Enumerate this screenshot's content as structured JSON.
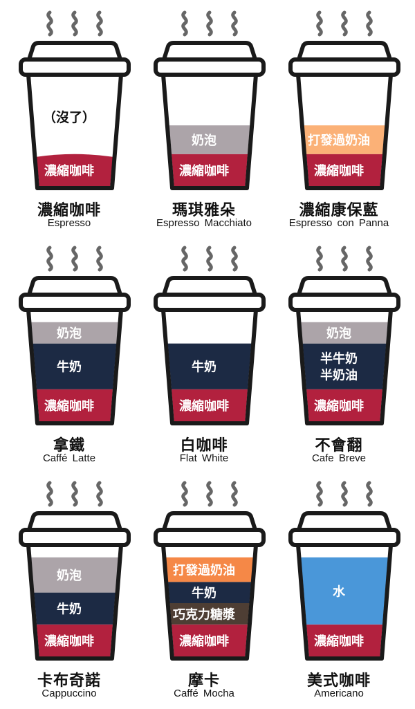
{
  "colors": {
    "espresso": "#b2213e",
    "foam": "#aca4a9",
    "milk": "#1c2a44",
    "whipped_cream_light": "#fbb177",
    "whipped_cream_orange": "#f58847",
    "chocolate_syrup": "#4e3e34",
    "water": "#4a97d9",
    "outline": "#1a1a1a",
    "steam": "#666666"
  },
  "drinks": [
    {
      "id": "espresso",
      "title": "濃縮咖啡",
      "subtitle": "Espresso",
      "empty_label": "（沒了）",
      "layers": [
        {
          "label": "濃縮咖啡",
          "color": "#b2213e",
          "fraction": 0.3
        }
      ]
    },
    {
      "id": "macchiato",
      "title": "瑪琪雅朵",
      "subtitle": "Espresso Macchiato",
      "layers": [
        {
          "label": "濃縮咖啡",
          "color": "#b2213e",
          "fraction": 0.3
        },
        {
          "label": "奶泡",
          "color": "#aca4a9",
          "fraction": 0.27
        }
      ]
    },
    {
      "id": "con-panna",
      "title": "濃縮康保藍",
      "subtitle": "Espresso con Panna",
      "layers": [
        {
          "label": "濃縮咖啡",
          "color": "#b2213e",
          "fraction": 0.3
        },
        {
          "label": "打發過奶油",
          "color": "#fbb177",
          "fraction": 0.27
        }
      ]
    },
    {
      "id": "latte",
      "title": "拿鐵",
      "subtitle": "Caffé Latte",
      "layers": [
        {
          "label": "濃縮咖啡",
          "color": "#b2213e",
          "fraction": 0.3
        },
        {
          "label": "牛奶",
          "color": "#1c2a44",
          "fraction": 0.43
        },
        {
          "label": "奶泡",
          "color": "#aca4a9",
          "fraction": 0.2
        }
      ]
    },
    {
      "id": "flat-white",
      "title": "白咖啡",
      "subtitle": "Flat White",
      "layers": [
        {
          "label": "濃縮咖啡",
          "color": "#b2213e",
          "fraction": 0.3
        },
        {
          "label": "牛奶",
          "color": "#1c2a44",
          "fraction": 0.43
        }
      ]
    },
    {
      "id": "breve",
      "title": "不會翻",
      "subtitle": "Cafe Breve",
      "layers": [
        {
          "label": "濃縮咖啡",
          "color": "#b2213e",
          "fraction": 0.3
        },
        {
          "label": "半牛奶\n半奶油",
          "color": "#1c2a44",
          "fraction": 0.43
        },
        {
          "label": "奶泡",
          "color": "#aca4a9",
          "fraction": 0.2
        }
      ]
    },
    {
      "id": "cappuccino",
      "title": "卡布奇諾",
      "subtitle": "Cappuccino",
      "layers": [
        {
          "label": "濃縮咖啡",
          "color": "#b2213e",
          "fraction": 0.3
        },
        {
          "label": "牛奶",
          "color": "#1c2a44",
          "fraction": 0.3
        },
        {
          "label": "奶泡",
          "color": "#aca4a9",
          "fraction": 0.33
        }
      ]
    },
    {
      "id": "mocha",
      "title": "摩卡",
      "subtitle": "Caffé Mocha",
      "layers": [
        {
          "label": "濃縮咖啡",
          "color": "#b2213e",
          "fraction": 0.3
        },
        {
          "label": "巧克力糖漿",
          "color": "#4e3e34",
          "fraction": 0.2
        },
        {
          "label": "牛奶",
          "color": "#1c2a44",
          "fraction": 0.2
        },
        {
          "label": "打發過奶油",
          "color": "#f58847",
          "fraction": 0.23
        }
      ]
    },
    {
      "id": "americano",
      "title": "美式咖啡",
      "subtitle": "Americano",
      "layers": [
        {
          "label": "濃縮咖啡",
          "color": "#b2213e",
          "fraction": 0.3
        },
        {
          "label": "水",
          "color": "#4a97d9",
          "fraction": 0.63
        }
      ]
    }
  ]
}
